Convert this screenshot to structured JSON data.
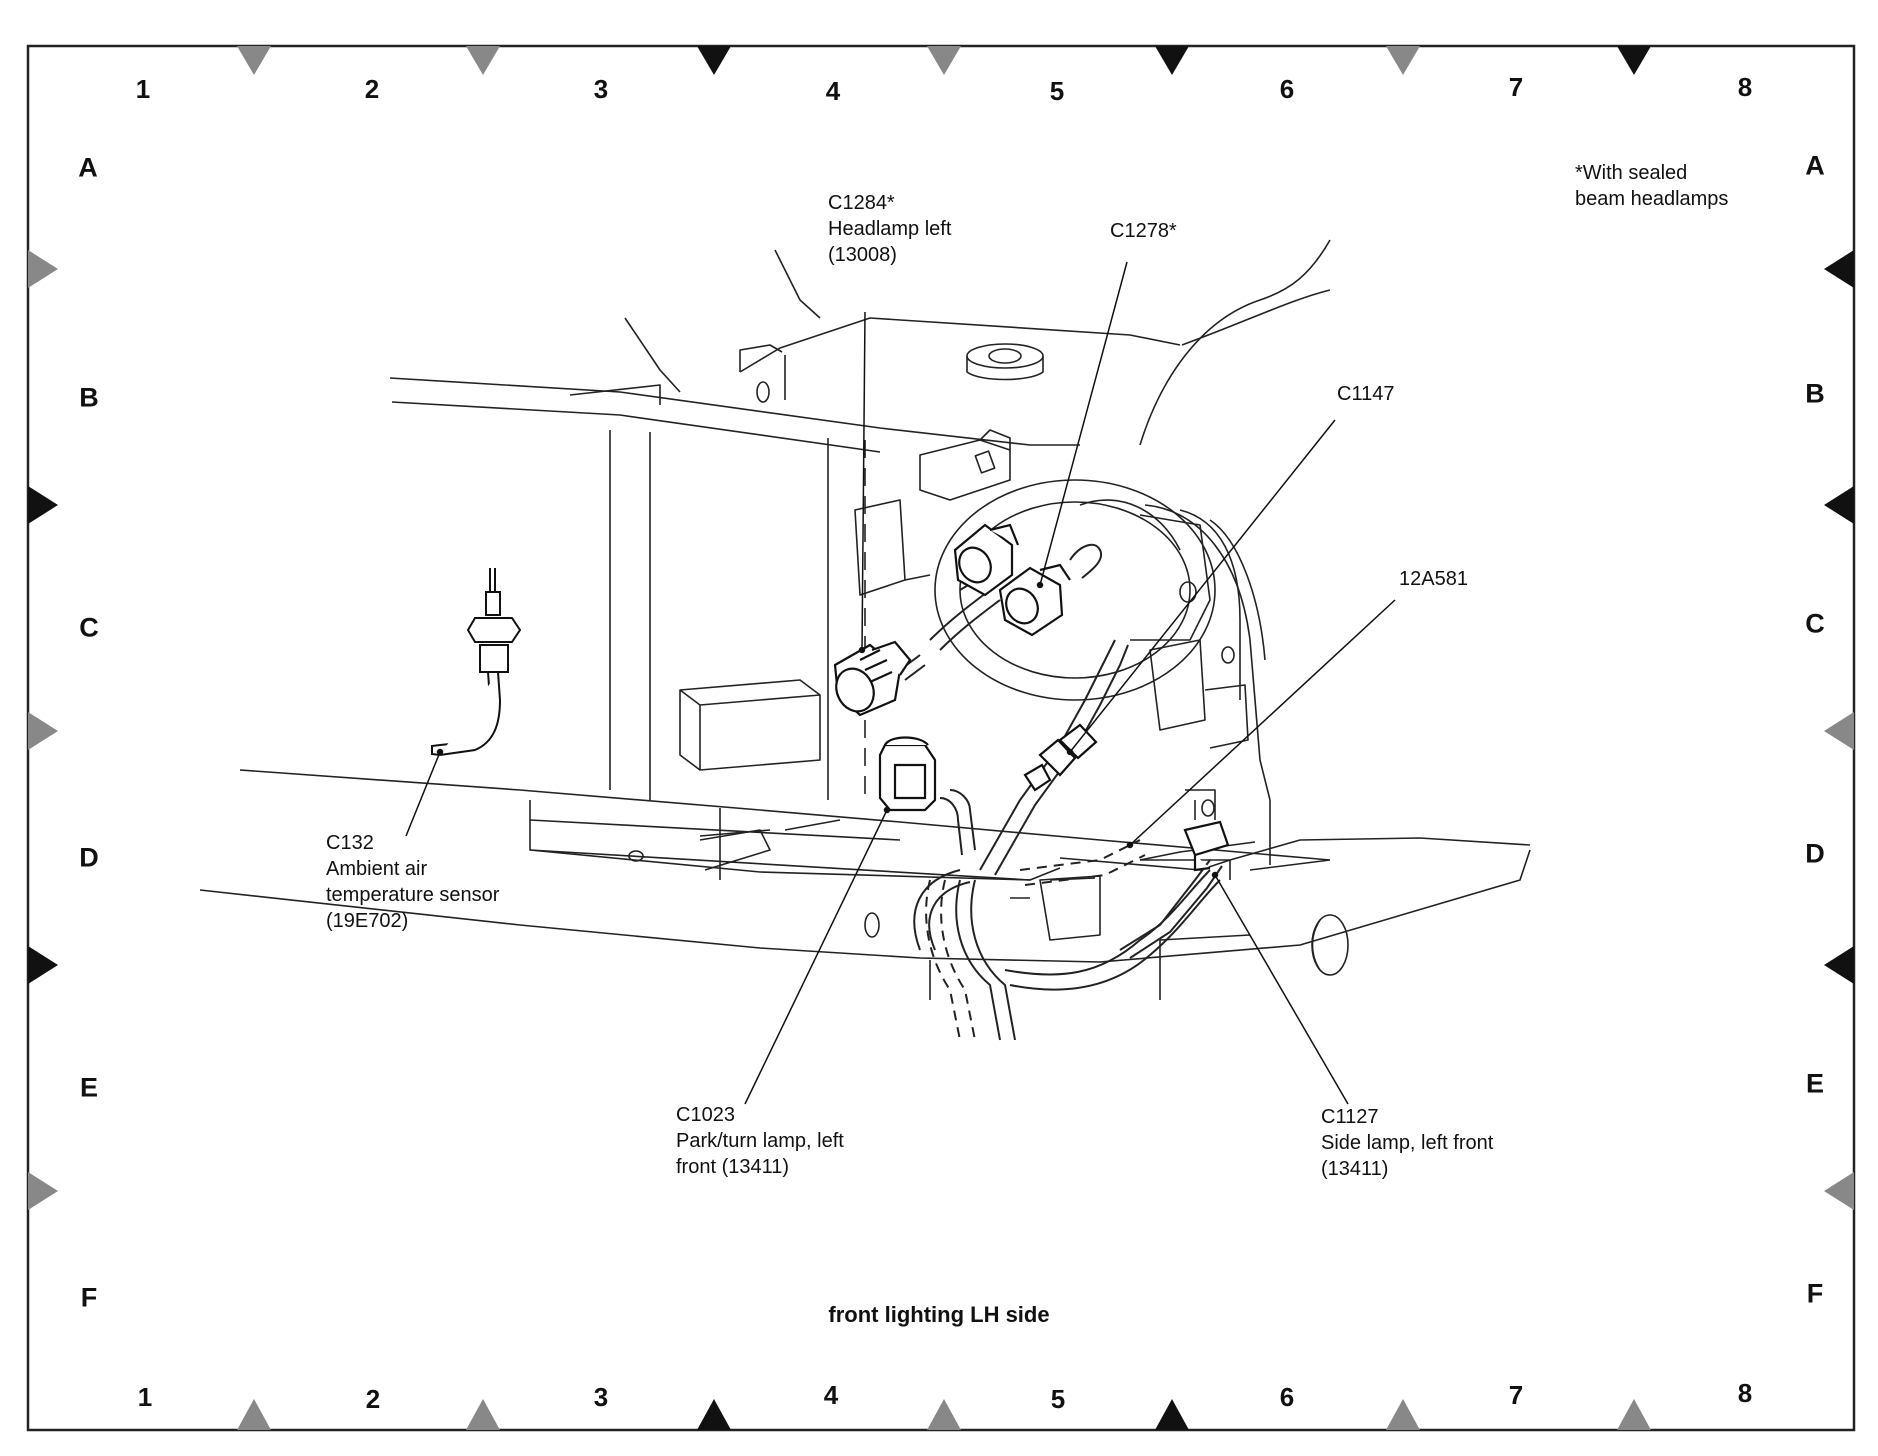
{
  "title": "front lighting LH side",
  "note": [
    "*With sealed",
    "beam headlamps"
  ],
  "grid": {
    "columns": [
      "1",
      "2",
      "3",
      "4",
      "5",
      "6",
      "7",
      "8"
    ],
    "rows": [
      "A",
      "B",
      "C",
      "D",
      "E",
      "F"
    ]
  },
  "callouts": {
    "c1284": [
      "C1284*",
      "Headlamp left",
      "(13008)"
    ],
    "c1278": [
      "C1278*"
    ],
    "c1147": [
      "C1147"
    ],
    "p12a581": [
      "12A581"
    ],
    "c132": [
      "C132",
      "Ambient air",
      "temperature sensor",
      "(19E702)"
    ],
    "c1023": [
      "C1023",
      "Park/turn lamp, left",
      "front (13411)"
    ],
    "c1127": [
      "C1127",
      "Side lamp, left front",
      "(13411)"
    ]
  }
}
